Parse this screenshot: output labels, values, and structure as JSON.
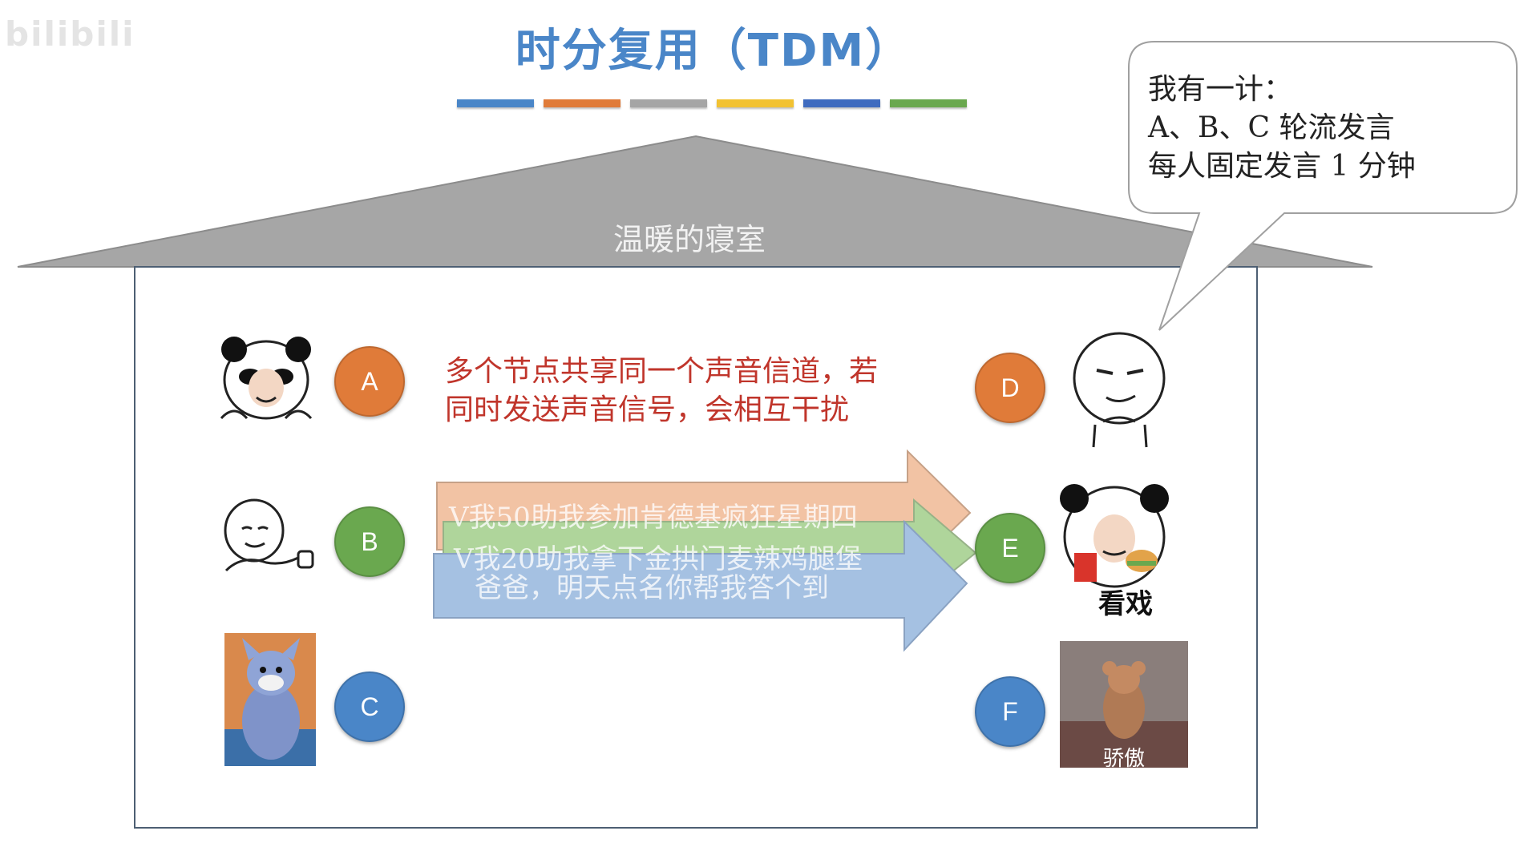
{
  "watermark": "bilibili",
  "title": "时分复用（TDM）",
  "color_bar": [
    "#4a86c8",
    "#e07b39",
    "#a5a5a5",
    "#f2c232",
    "#3f6bbf",
    "#6aa84f"
  ],
  "roof_label": "温暖的寝室",
  "speech_bubble": {
    "lines": [
      "我有一计：",
      "A、B、C 轮流发言",
      "每人固定发言 1 分钟"
    ]
  },
  "nodes": {
    "A": {
      "label": "A",
      "color": "#e07b39"
    },
    "B": {
      "label": "B",
      "color": "#6aa84f"
    },
    "C": {
      "label": "C",
      "color": "#4a86c8"
    },
    "D": {
      "label": "D",
      "color": "#e07b39"
    },
    "E": {
      "label": "E",
      "color": "#6aa84f"
    },
    "F": {
      "label": "F",
      "color": "#4a86c8"
    }
  },
  "note": {
    "lines": [
      "多个节点共享同一个声音信道，若",
      "同时发送声音信号，会相互干扰"
    ]
  },
  "messages": [
    {
      "text": "V我50助我参加肯德基疯狂星期四",
      "color": "#f0b58e"
    },
    {
      "text": "V我20助我拿下金拱门麦辣鸡腿堡",
      "color": "#9ccb83"
    },
    {
      "text": "爸爸，明天点名你帮我答个到",
      "color": "#8fb2dc"
    }
  ],
  "meme_captions": {
    "E": "看戏",
    "F": "骄傲"
  }
}
